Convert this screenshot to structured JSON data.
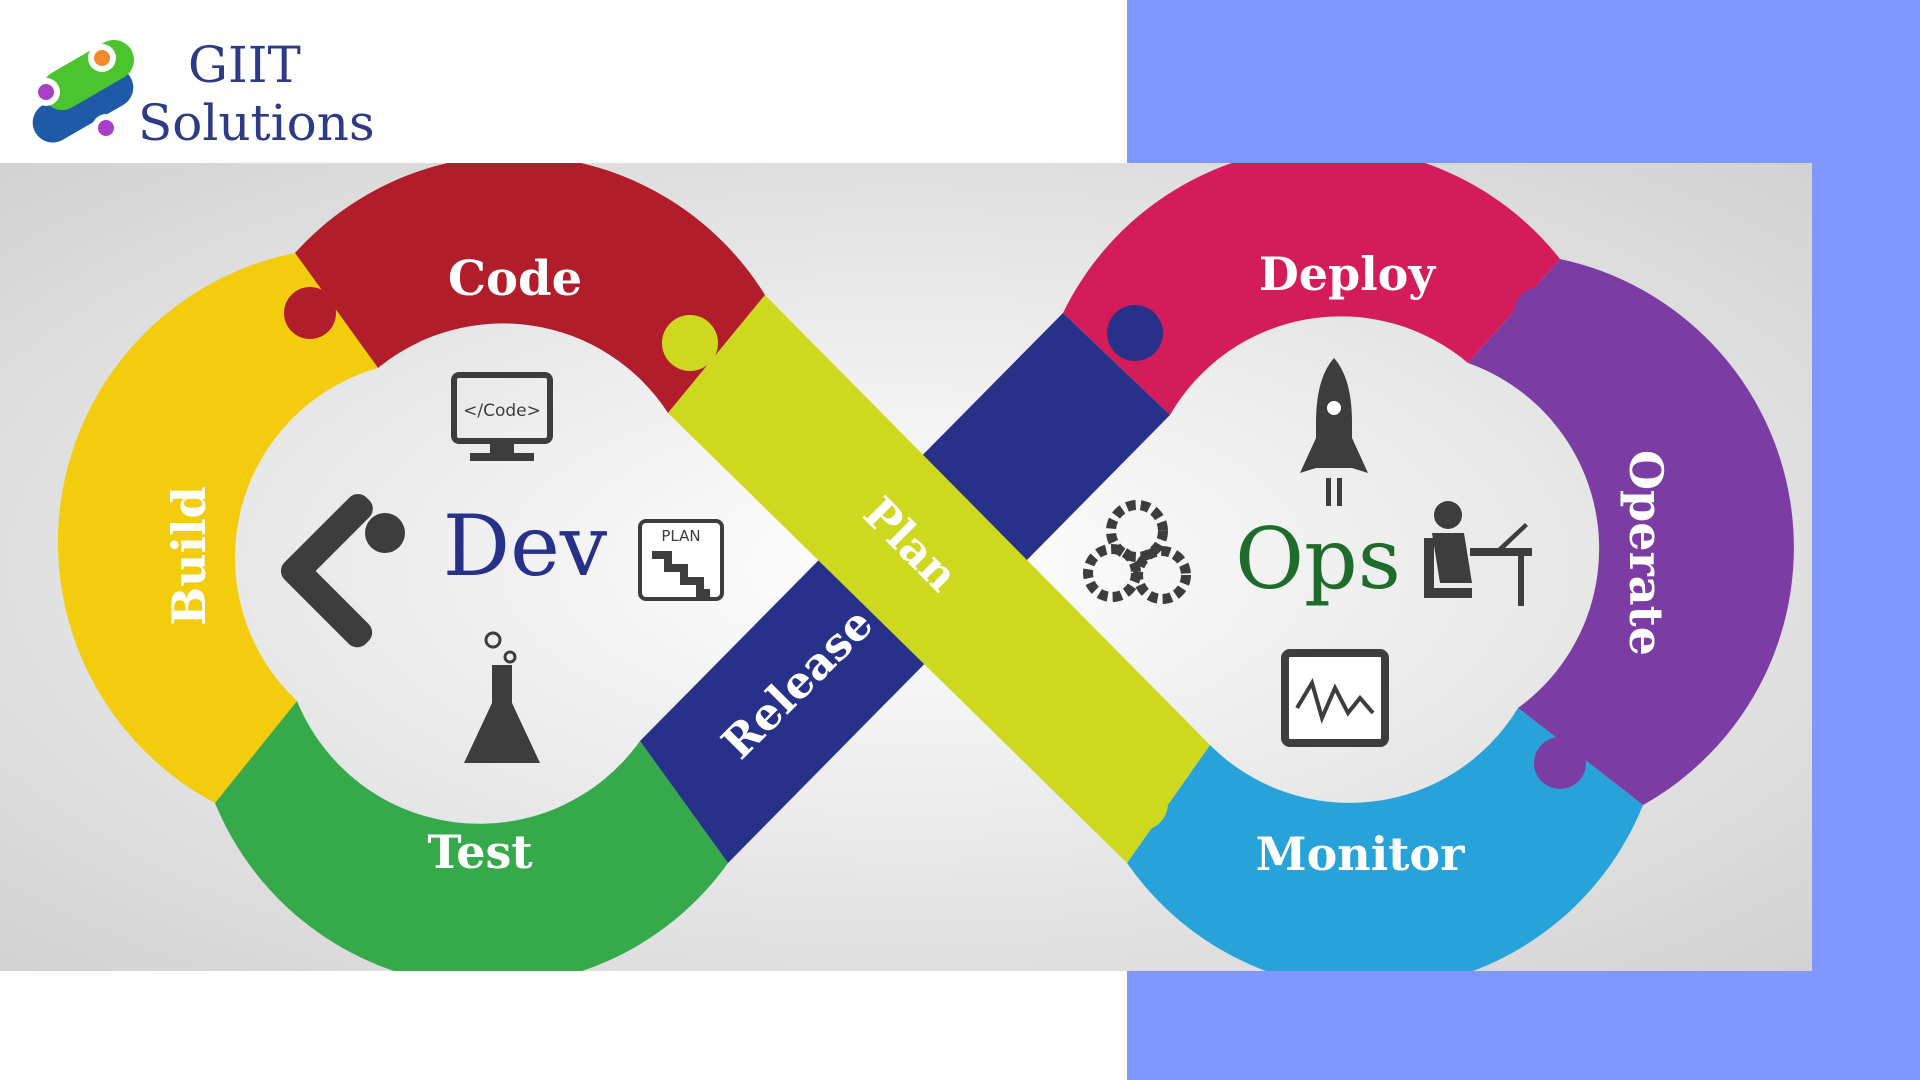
{
  "logo": {
    "line1": "GIIT",
    "line2": "Solutions",
    "text_color": "#2d3a86",
    "dot_colors": [
      "#f5892c",
      "#a83fc7",
      "#a83fc7"
    ],
    "chain_colors": [
      "#4cc42d",
      "#1e5aa8"
    ]
  },
  "colors": {
    "page_background": "#ffffff",
    "right_panel": "#7f97ff",
    "banner_center": "#ffffff",
    "banner_edge": "#cfcfcf"
  },
  "diagram": {
    "segments": [
      {
        "id": "code",
        "label": "Code",
        "color": "#b21d2b"
      },
      {
        "id": "build",
        "label": "Build",
        "color": "#f3cc0d"
      },
      {
        "id": "test",
        "label": "Test",
        "color": "#36a94a"
      },
      {
        "id": "release",
        "label": "Release",
        "color": "#27318a"
      },
      {
        "id": "plan",
        "label": "Plan",
        "color": "#cdd81f"
      },
      {
        "id": "deploy",
        "label": "Deploy",
        "color": "#d41c5b"
      },
      {
        "id": "operate",
        "label": "Operate",
        "color": "#7b3da4"
      },
      {
        "id": "monitor",
        "label": "Monitor",
        "color": "#27a3d9"
      }
    ],
    "dev": {
      "label": "Dev",
      "color": "#27318a"
    },
    "ops": {
      "label": "Ops",
      "color": "#1e6b2b"
    },
    "icon_text": {
      "code_monitor": "</Code>",
      "plan_board": "PLAN"
    },
    "icon_color": "#3d3d3d"
  }
}
